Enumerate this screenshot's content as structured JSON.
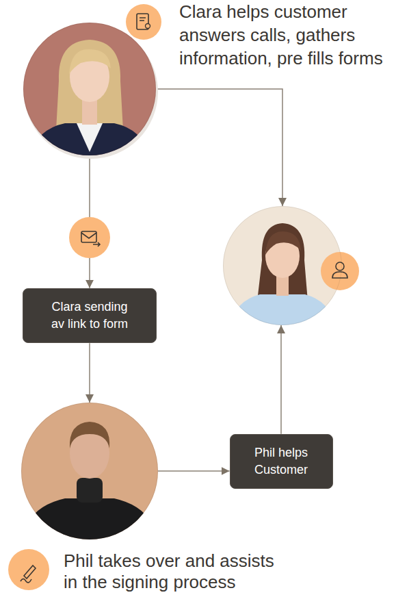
{
  "diagram": {
    "nodes": [
      {
        "text": [
          "Clara helps customer answers calls, gathers information, pre fills forms"
        ]
      },
      {
        "text": []
      },
      {
        "text": [
          "Clara sending av link to form"
        ]
      },
      {
        "text": [
          "Phil helps Customer"
        ]
      },
      {
        "text": [
          "Phil takes over and assists in the signing process"
        ]
      }
    ],
    "edges": [
      {
        "from": 0,
        "to": 1,
        "arrow": "to"
      },
      {
        "from": 0,
        "to": 2,
        "arrow": "to"
      },
      {
        "from": 2,
        "to": 4,
        "arrow": "to"
      },
      {
        "from": 4,
        "to": 3,
        "arrow": "to"
      },
      {
        "from": 3,
        "to": 1,
        "arrow": "to"
      }
    ]
  }
}
